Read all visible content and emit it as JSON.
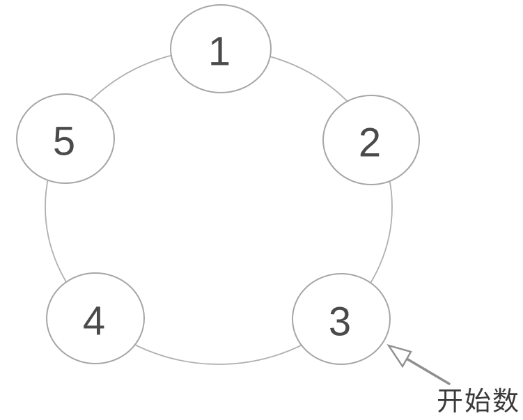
{
  "figure": {
    "type": "circular-counting-diagram",
    "colors": {
      "ring_color": "#b0b0b0",
      "node_stroke": "#a6a6a6",
      "node_fill": "#ffffff",
      "number_color": "#4a4a4a",
      "arrow_color": "#8f8f8f",
      "annotation_color": "#3a3a3a",
      "background": "#ffffff"
    },
    "nodes": [
      {
        "label": "1"
      },
      {
        "label": "2"
      },
      {
        "label": "3"
      },
      {
        "label": "4"
      },
      {
        "label": "5"
      }
    ],
    "annotation": {
      "label": "开始数",
      "points_to_node": "3"
    }
  }
}
